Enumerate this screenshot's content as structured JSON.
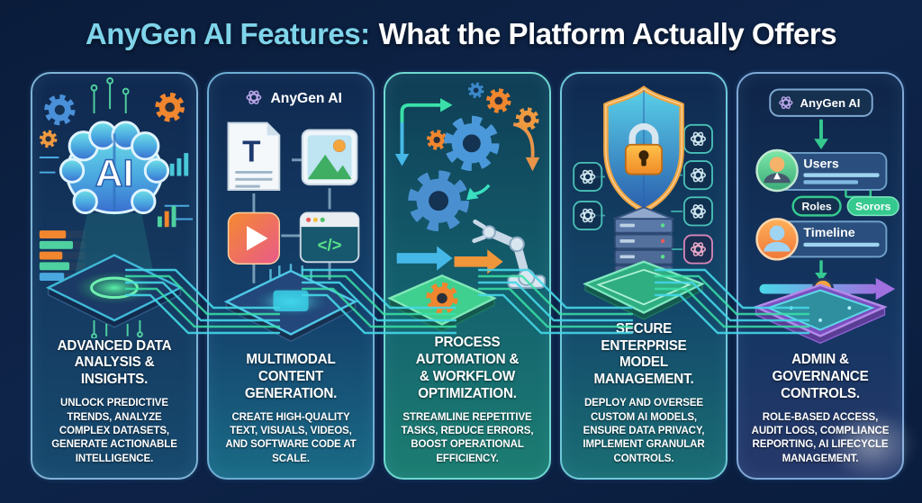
{
  "title": {
    "highlight": "AnyGen AI Features:",
    "rest": "What the Platform Actually Offers"
  },
  "brand": "AnyGen AI",
  "colors": {
    "background": "#0d2347",
    "accent_cyan": "#7fd4ea",
    "accent_green": "#35c98f",
    "accent_orange": "#f5952f",
    "panel_border": "#7fb3d6",
    "purple_platform": "#8a5fd0"
  },
  "panels": [
    {
      "id": "advanced-data-analysis",
      "ai_label": "AI",
      "heading": "ADVANCED DATA\nANALYSIS &\nINSIGHTS.",
      "body": "UNLOCK PREDICTIVE TRENDS, ANALYZE COMPLEX DATASETS, GENERATE ACTIONABLE INTELLIGENCE."
    },
    {
      "id": "multimodal-content",
      "logo_text": "AnyGen AI",
      "doc_glyph": "T",
      "code_glyph": "</>",
      "heading": "MULTIMODAL\nCONTENT\nGENERATION.",
      "body": "CREATE HIGH-QUALITY TEXT, VISUALS, VIDEOS, AND SOFTWARE CODE AT SCALE."
    },
    {
      "id": "process-automation",
      "heading": "PROCESS\nAUTOMATION &\n& WORKFLOW\nOPTIMIZATION.",
      "body": "STREAMLINE REPETITIVE TASKS, REDUCE ERRORS, BOOST OPERATIONAL EFFICIENCY."
    },
    {
      "id": "secure-enterprise",
      "heading": "SECURE ENTERPRISE\nMODEL\nMANAGEMENT.",
      "body": "DEPLOY AND OVERSEE CUSTOM AI MODELS, ENSURE DATA PRIVACY, IMPLEMENT GRANULAR CONTROLS."
    },
    {
      "id": "admin-governance",
      "logo_text": "AnyGen AI",
      "users_label": "Users",
      "roles_label": "Roles",
      "sorors_label": "Sorors",
      "timeline_label": "Timeline",
      "heading": "ADMIN &\nGOVERNANCE\nCONTROLS.",
      "body": "ROLE-BASED ACCESS, AUDIT LOGS, COMPLIANCE REPORTING, AI LIFECYCLE MANAGEMENT."
    }
  ]
}
